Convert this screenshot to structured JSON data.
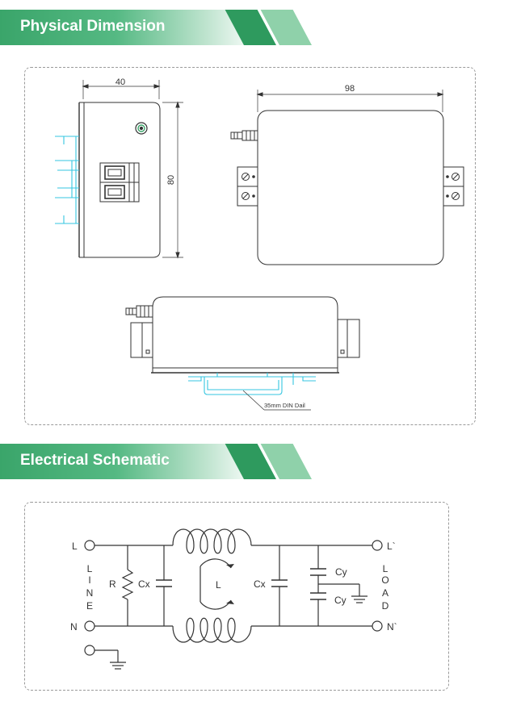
{
  "sections": {
    "physical": {
      "title": "Physical Dimension"
    },
    "electrical": {
      "title": "Electrical Schematic"
    }
  },
  "colors": {
    "brand_green": "#3aa56a",
    "light_green": "#8fd1aa",
    "rail_cyan": "#35c6e0",
    "line": "#333333"
  },
  "physical_dimension": {
    "side_width": "40",
    "side_height": "80",
    "top_width": "98",
    "din_rail_label": "35mm  DIN  Dail"
  },
  "schematic": {
    "line_in": "L",
    "neutral_in": "N",
    "line_out": "L`",
    "neutral_out": "N`",
    "line_side_label": [
      "L",
      "I",
      "N",
      "E"
    ],
    "load_side_label": [
      "L",
      "O",
      "A",
      "D"
    ],
    "resistor": "R",
    "cap_x_1": "Cx",
    "cap_x_2": "Cx",
    "cap_y_1": "Cy",
    "cap_y_2": "Cy",
    "inductor": "L"
  }
}
